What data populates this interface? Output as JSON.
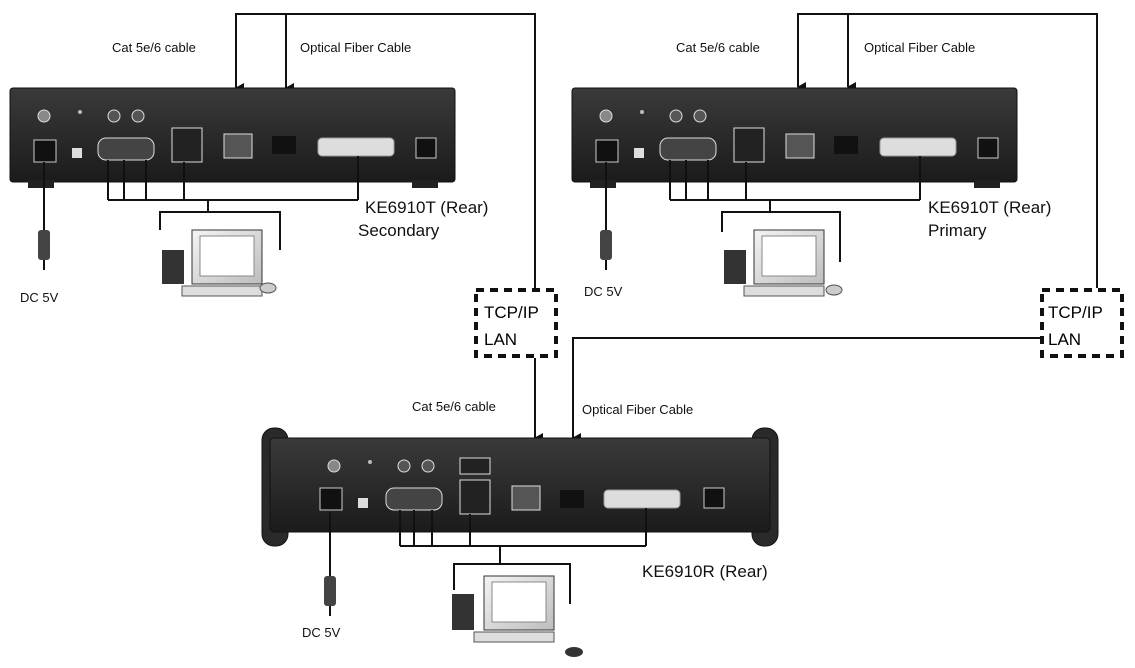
{
  "devices": {
    "secondary": {
      "model_label": "KE6910T (Rear)",
      "role_label": "Secondary"
    },
    "primary": {
      "model_label": "KE6910T (Rear)",
      "role_label": "Primary"
    },
    "receiver": {
      "model_label": "KE6910R (Rear)"
    }
  },
  "cables": {
    "cat_label": "Cat 5e/6 cable",
    "fiber_label": "Optical Fiber Cable"
  },
  "power": {
    "label": "DC 5V"
  },
  "network": {
    "line1": "TCP/IP",
    "line2": "LAN"
  }
}
